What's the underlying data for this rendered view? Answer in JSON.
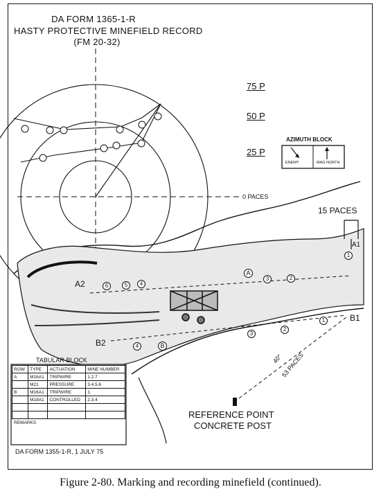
{
  "form": {
    "line1": "DA FORM 1365-1-R",
    "line2": "HASTY PROTECTIVE MINEFIELD RECORD",
    "line3": "(FM 20-32)"
  },
  "rings": {
    "r75": "75 P",
    "r50": "50 P",
    "r25": "25 P",
    "zero": "0 PACES"
  },
  "azimuth_block": {
    "title": "AZIMUTH BLOCK",
    "enemy": "ENEMY",
    "mag_north": "MAG NORTH"
  },
  "sketch": {
    "paces_label": "15 PACES",
    "a1": "A1",
    "a2": "A2",
    "b1": "B1",
    "b2": "B2",
    "row_a": "A",
    "row_b": "B",
    "dist_az": "40°",
    "dist_paces": "53 PACES",
    "ref_line1": "REFERENCE POINT",
    "ref_line2": "CONCRETE POST",
    "mines_a": [
      "1",
      "2",
      "3",
      "4",
      "5",
      "6"
    ],
    "mines_b": [
      "1",
      "2",
      "3",
      "4"
    ]
  },
  "tabular": {
    "title": "TABULAR BLOCK",
    "headers": [
      "ROW",
      "TYPE",
      "ACTUATION",
      "MINE NUMBER"
    ],
    "rows": [
      [
        "A",
        "M16A1",
        "TRIPWIRE",
        "1.2.7"
      ],
      [
        "",
        "M21",
        "PRESSURE",
        "3.4.5.6"
      ],
      [
        "B",
        "M16A1",
        "TRIPWIRE",
        "1."
      ],
      [
        "",
        "M18A1",
        "CONTROLLED",
        "2.3.4"
      ]
    ],
    "remarks": "REMARKS",
    "footer": "DA FORM 1355-1-R, 1 JULY 75"
  },
  "caption": "Figure 2-80. Marking and recording minefield (continued)."
}
